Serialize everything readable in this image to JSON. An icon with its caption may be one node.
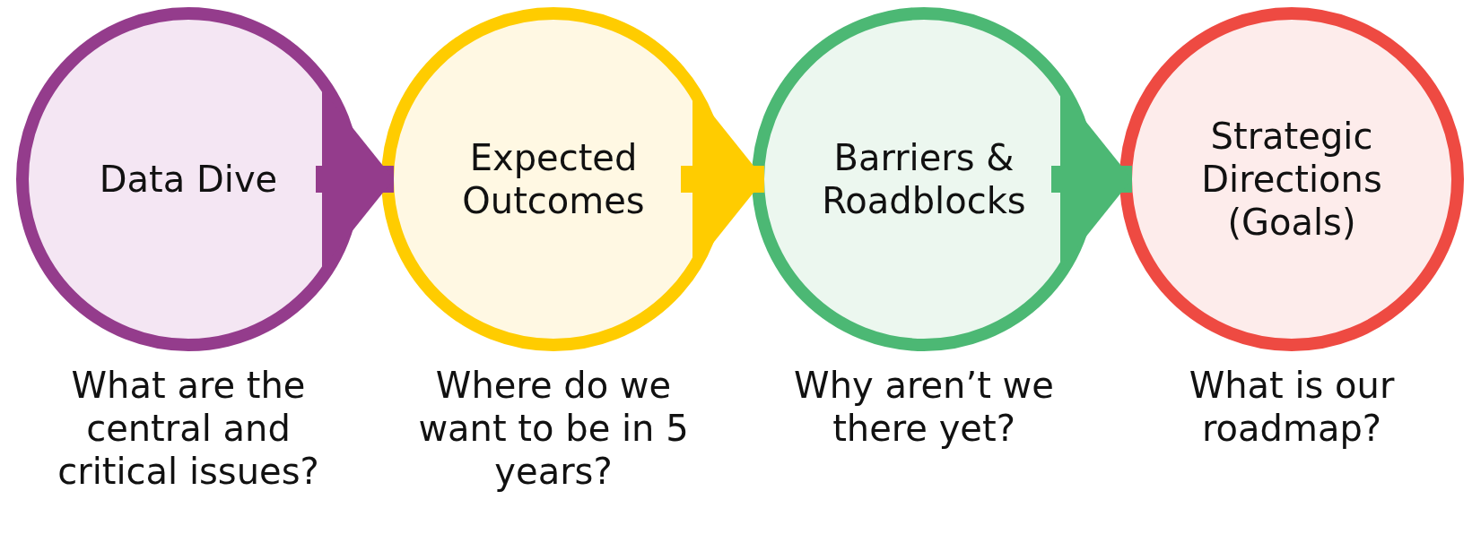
{
  "diagram": {
    "nodes": [
      {
        "text": [
          "Data Dive"
        ],
        "beside": [
          "What are the central and critical issues?"
        ]
      },
      {
        "text": [
          "Expected Outcomes"
        ],
        "beside": [
          "Where do we want to be in 5 years?"
        ]
      },
      {
        "text": [
          "Barriers & Roadblocks"
        ],
        "beside": [
          "Why aren’t we there yet?"
        ]
      },
      {
        "text": [
          "Strategic Directions (Goals)"
        ],
        "beside": [
          "What is our roadmap?"
        ]
      }
    ],
    "edges": [
      {
        "from": 0,
        "to": 1,
        "arrow": "to",
        "color": "#943c8c"
      },
      {
        "from": 1,
        "to": 2,
        "arrow": "to",
        "color": "#ffcc00"
      },
      {
        "from": 2,
        "to": 3,
        "arrow": "to",
        "color": "#4cb874"
      }
    ]
  }
}
